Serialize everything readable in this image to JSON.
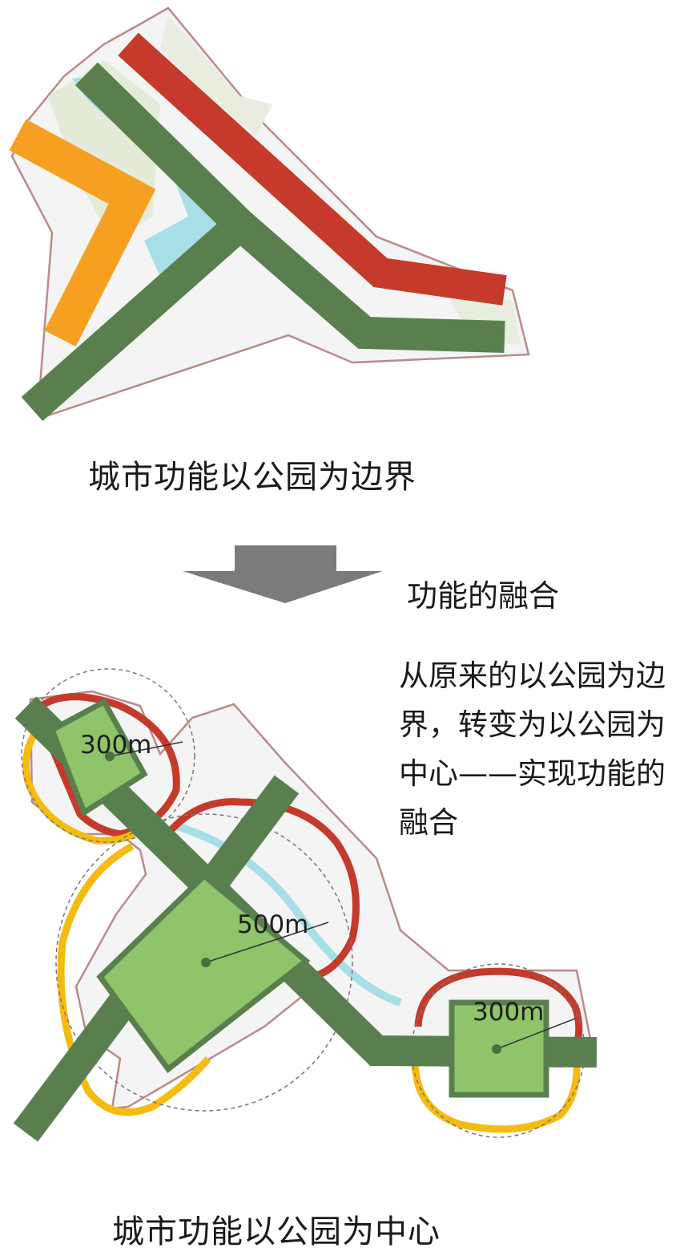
{
  "diagram": {
    "top_caption": "城市功能以公园为边界",
    "transition_label": "功能的融合",
    "description": "从原来的以公园为边界，转变为以公园为中心——实现功能的融合",
    "bottom_caption": "城市功能以公园为中心",
    "radius_labels": {
      "top_left": "300m",
      "center": "500m",
      "right": "300m"
    },
    "colors": {
      "park_band": "#5a7f4e",
      "park_square": "#8fc46a",
      "red_function": "#c53a2a",
      "orange_function": "#f5a021",
      "yellow_function": "#f6bb10",
      "water": "#9fdce3",
      "boundary": "#b88c8a",
      "arrow": "#7b7b7b"
    }
  }
}
